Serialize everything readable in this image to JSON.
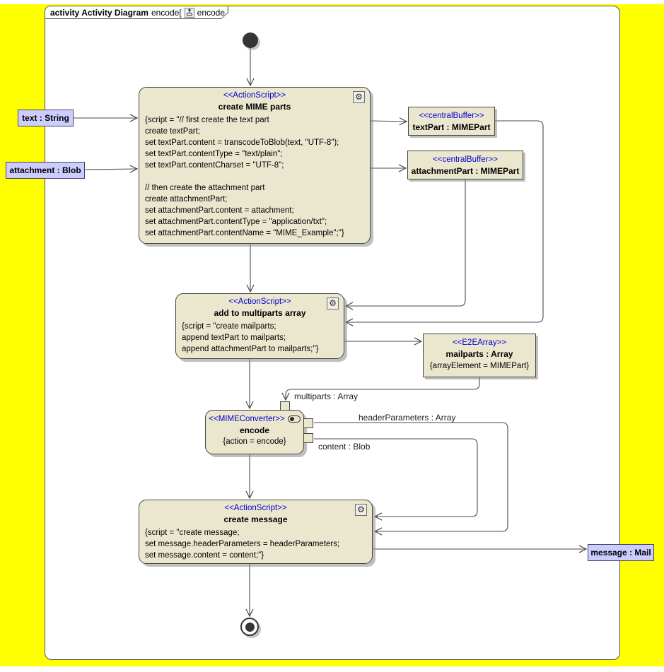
{
  "colors": {
    "background_yellow": "#FFFF00",
    "node_fill": "#EBE7CF",
    "object_node_fill": "#CCCCFF",
    "stereotype_blue": "#0000CC",
    "line": "#4A4A4A"
  },
  "icons": {
    "gear": "⚙",
    "diagram_icon": "activity-diagram-icon",
    "behavior_icon": "rounded-rect-with-dot"
  },
  "frame_tab": {
    "keyword": "activity Activity Diagram",
    "name_pre": "encode[",
    "name_post": "encode ]"
  },
  "nodes": {
    "create_mime_parts": {
      "stereotype": "<<ActionScript>>",
      "name": "create MIME parts",
      "script": "{script = \"// first create the text part\ncreate textPart;\nset textPart.content = transcodeToBlob(text, \"UTF-8\");\nset textPart.contentType = \"text/plain\";\nset textPart.contentCharset = \"UTF-8\";\n\n// then create the attachment part\ncreate attachmentPart;\nset attachmentPart.content = attachment;\nset attachmentPart.contentType = \"application/txt\";\nset attachmentPart.contentName = \"MIME_Example\";\"}"
    },
    "add_to_multiparts_array": {
      "stereotype": "<<ActionScript>>",
      "name": "add to multiparts array",
      "script": "{script = \"create mailparts;\nappend textPart to mailparts;\nappend attachmentPart to mailparts;\"}"
    },
    "create_message": {
      "stereotype": "<<ActionScript>>",
      "name": "create message",
      "script": "{script = \"create message;\nset message.headerParameters = headerParameters;\nset message.content = content;\"}"
    },
    "textpart_buffer": {
      "stereotype": "<<centralBuffer>>",
      "name": "textPart : MIMEPart"
    },
    "attachmentpart_buffer": {
      "stereotype": "<<centralBuffer>>",
      "name": "attachmentPart : MIMEPart"
    },
    "mailparts_array": {
      "stereotype": "<<E2EArray>>",
      "name": "mailparts : Array",
      "constraint": "{arrayElement = MIMEPart}"
    },
    "encode": {
      "stereotype": "<<MIMEConverter>>",
      "name": "encode",
      "constraint": "{action = encode}"
    }
  },
  "object_nodes": {
    "text_string": "text : String",
    "attachment_blob": "attachment : Blob",
    "message_mail": "message : Mail"
  },
  "pin_labels": {
    "multiparts": "multiparts : Array",
    "header_parameters": "headerParameters : Array",
    "content": "content : Blob"
  }
}
